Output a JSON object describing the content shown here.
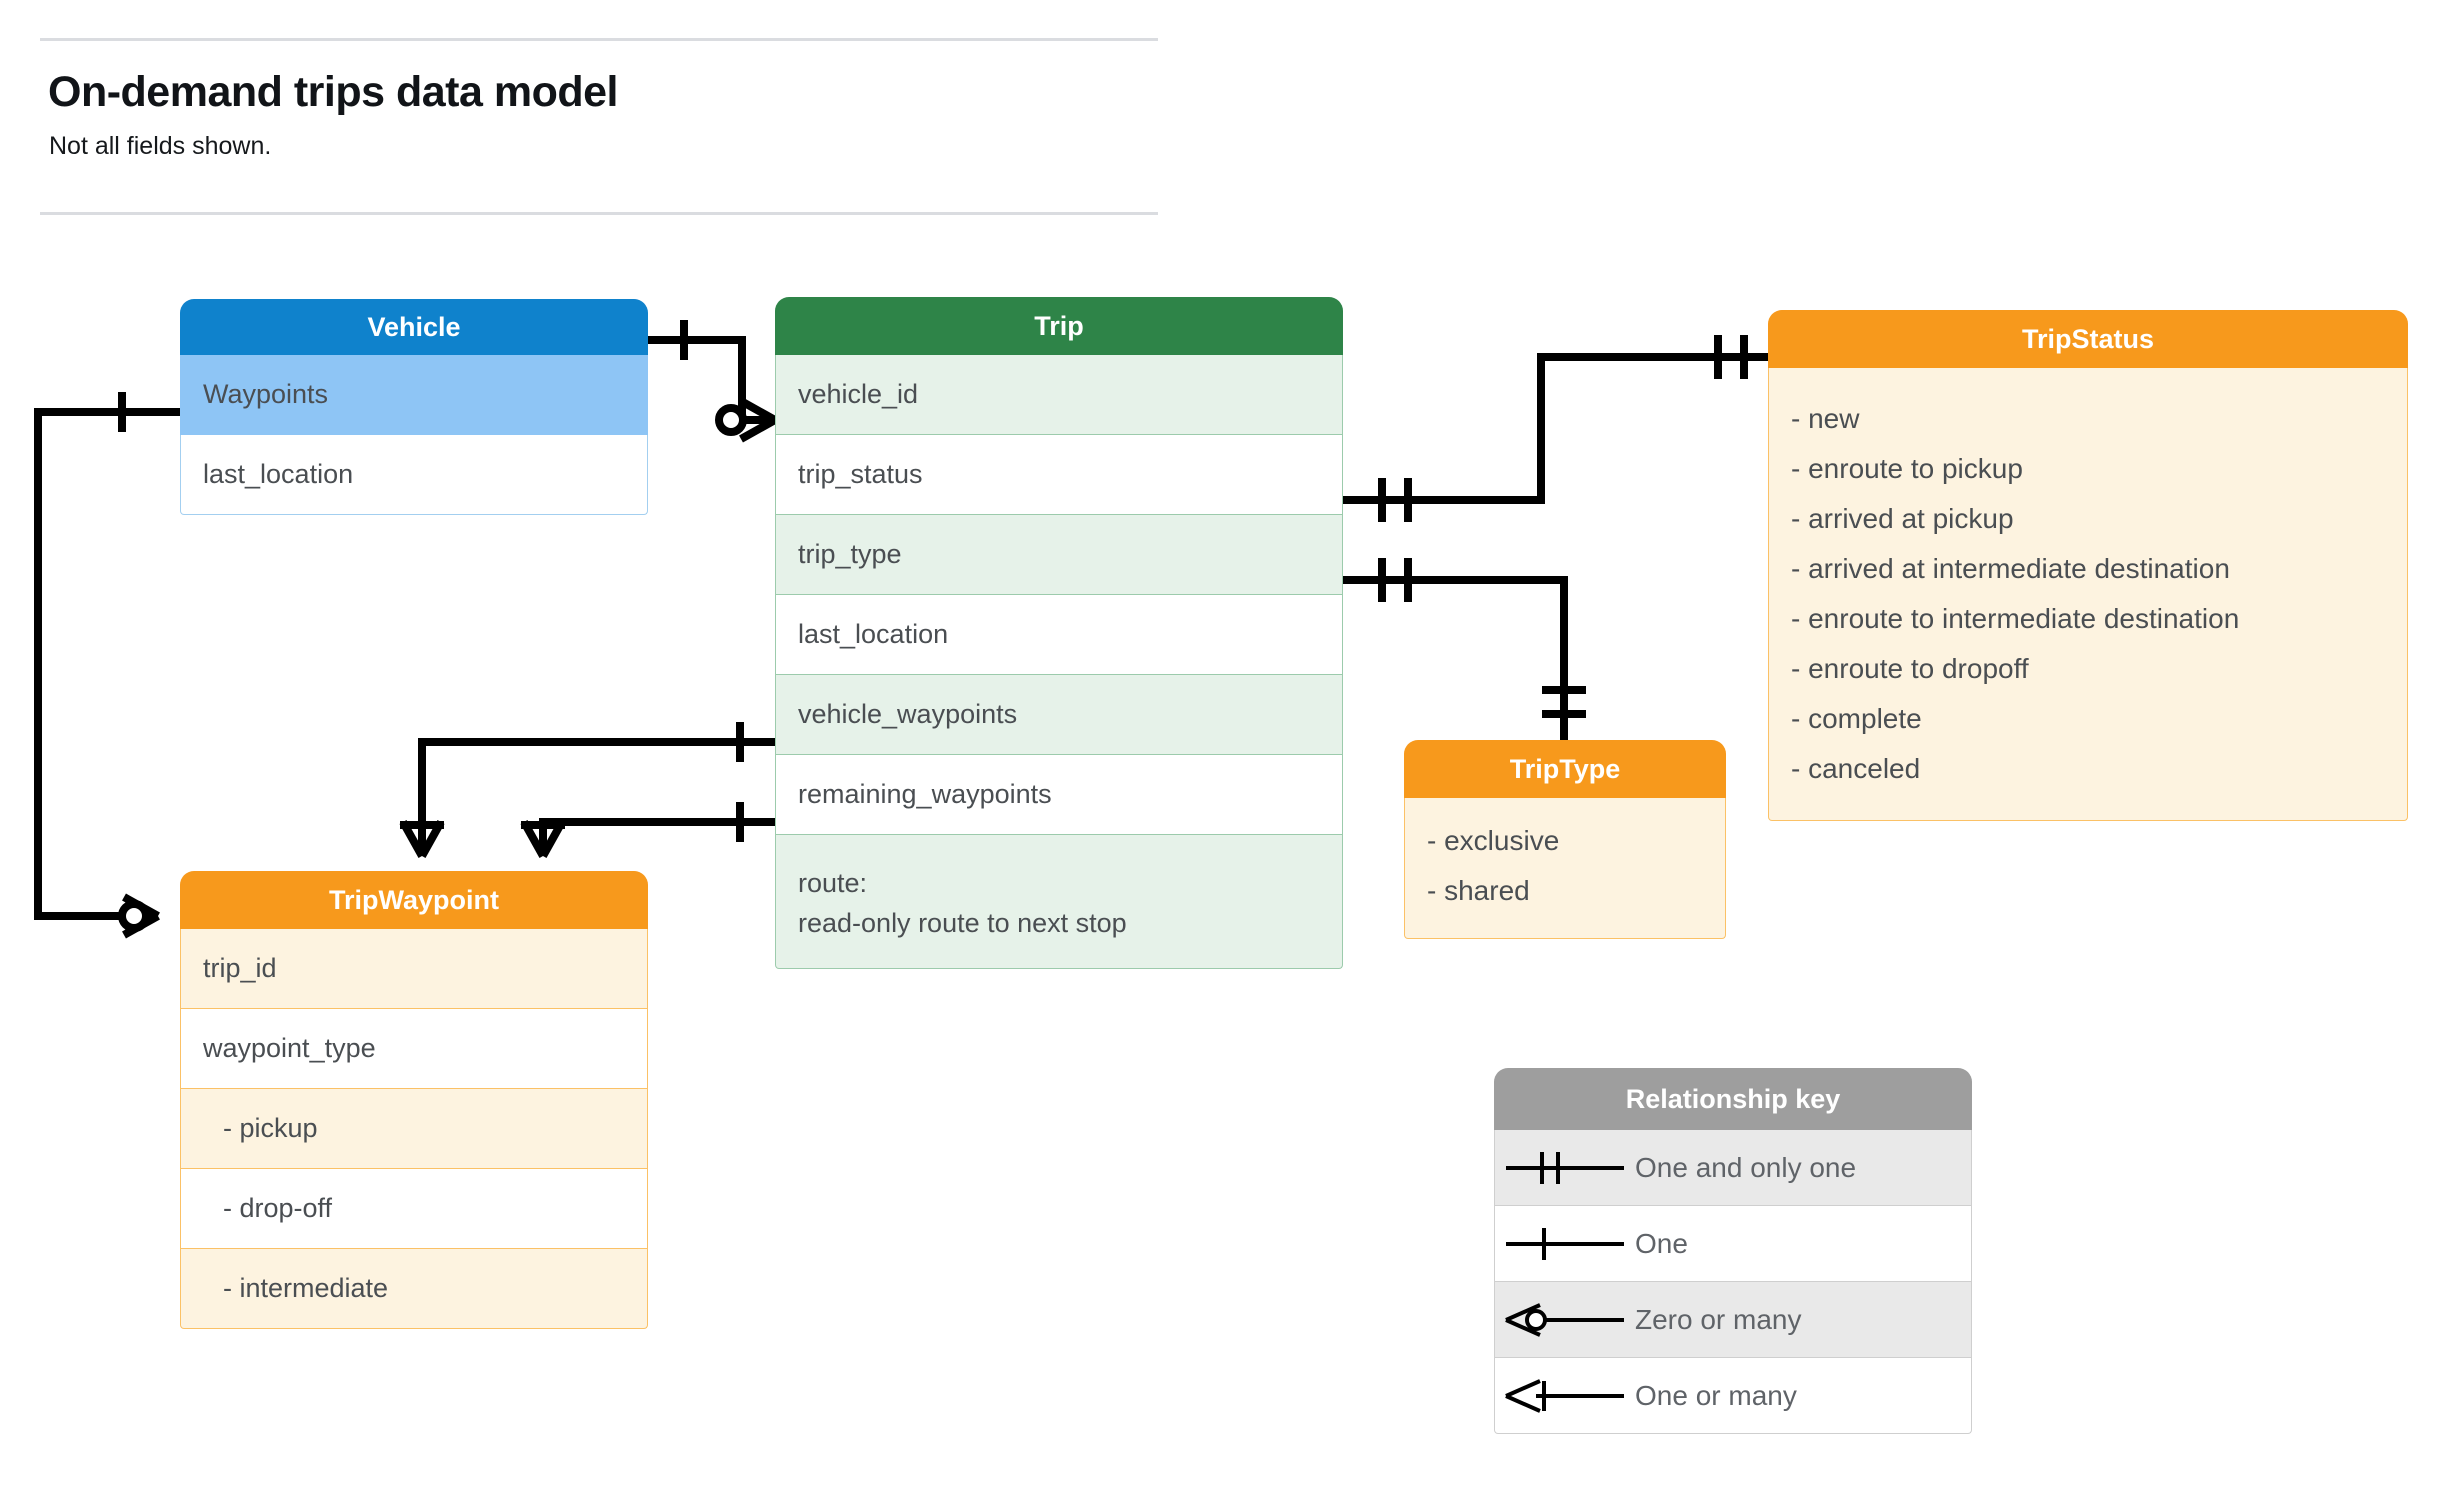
{
  "header": {
    "title": "On-demand trips data model",
    "subtitle": "Not all fields shown."
  },
  "colors": {
    "vehicle_header": "#0f82cc",
    "vehicle_row_highlight": "#8ec5f5",
    "trip_header": "#2e8448",
    "trip_row_highlight": "#e6f2e9",
    "orange_header": "#f7991c",
    "orange_body": "#fdf3e0",
    "orange_border": "#fbc166",
    "legend_header": "#9e9e9e",
    "legend_row_shade": "#e9e9e9",
    "connector": "#000000",
    "text": "#4a4e52"
  },
  "entities": {
    "vehicle": {
      "title": "Vehicle",
      "fields": [
        "Waypoints",
        "last_location"
      ]
    },
    "trip": {
      "title": "Trip",
      "fields": [
        "vehicle_id",
        "trip_status",
        "trip_type",
        "last_location",
        "vehicle_waypoints",
        "remaining_waypoints"
      ],
      "route_label": "route:",
      "route_desc": "read-only route to next stop"
    },
    "trip_status": {
      "title": "TripStatus",
      "values": [
        "- new",
        "- enroute to pickup",
        "- arrived at pickup",
        "- arrived at intermediate destination",
        "- enroute to intermediate destination",
        "- enroute to dropoff",
        "- complete",
        "- canceled"
      ]
    },
    "trip_type": {
      "title": "TripType",
      "values": [
        "- exclusive",
        "- shared"
      ]
    },
    "trip_waypoint": {
      "title": "TripWaypoint",
      "fields": [
        "trip_id",
        "waypoint_type"
      ],
      "waypoint_types": [
        "-  pickup",
        "-  drop-off",
        "-  intermediate"
      ]
    }
  },
  "legend": {
    "title": "Relationship key",
    "items": [
      {
        "symbol": "one-and-only-one",
        "label": "One and only one"
      },
      {
        "symbol": "one",
        "label": "One"
      },
      {
        "symbol": "zero-or-many",
        "label": "Zero or many"
      },
      {
        "symbol": "one-or-many",
        "label": "One or many"
      }
    ]
  },
  "relationships": [
    {
      "from": "Vehicle.Waypoints",
      "from_card": "one",
      "to": "TripWaypoint",
      "to_card": "zero-or-many"
    },
    {
      "from": "Vehicle",
      "from_card": "one",
      "to": "Trip.vehicle_id",
      "to_card": "zero-or-many"
    },
    {
      "from": "Trip.trip_status",
      "from_card": "one-and-only-one",
      "to": "TripStatus",
      "to_card": "one-and-only-one"
    },
    {
      "from": "Trip.trip_type",
      "from_card": "one-and-only-one",
      "to": "TripType",
      "to_card": "one-and-only-one"
    },
    {
      "from": "Trip.vehicle_waypoints",
      "from_card": "one",
      "to": "TripWaypoint",
      "to_card": "one-or-many"
    },
    {
      "from": "Trip.remaining_waypoints",
      "from_card": "one",
      "to": "TripWaypoint",
      "to_card": "one-or-many"
    }
  ]
}
